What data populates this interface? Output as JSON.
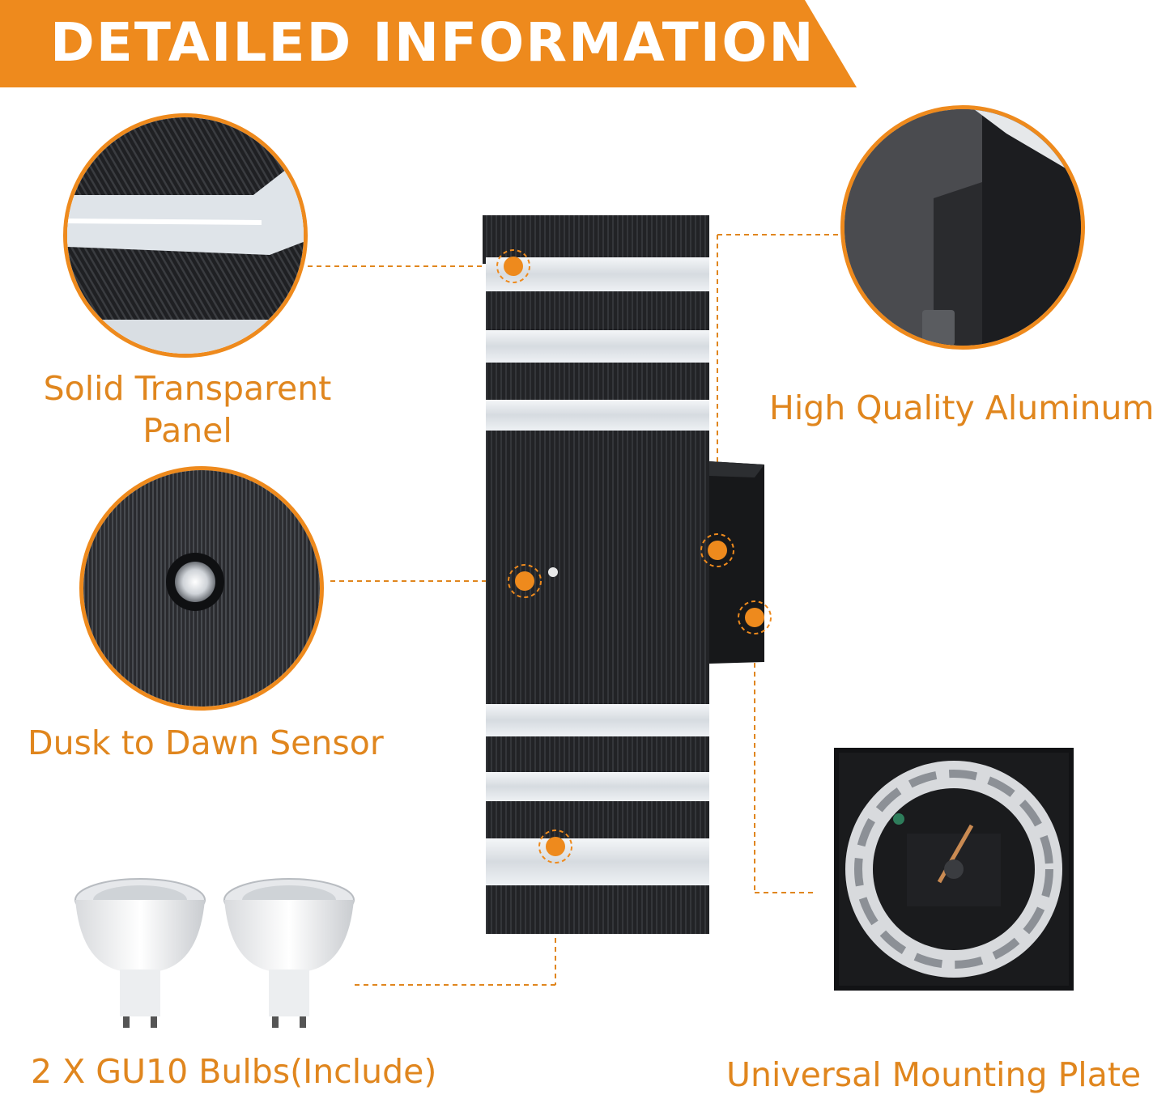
{
  "banner": {
    "title": "DETAILED INFORMATION"
  },
  "features": {
    "panel": {
      "label_line1": "Solid Transparent",
      "label_line2": "Panel"
    },
    "aluminum": {
      "label": "High Quality Aluminum"
    },
    "sensor": {
      "label": "Dusk to Dawn Sensor"
    },
    "bulbs": {
      "label": "2 X GU10 Bulbs(Include)"
    },
    "plate": {
      "label": "Universal Mounting Plate"
    }
  },
  "colors": {
    "accent": "#ee8a1d",
    "label": "#e0861e",
    "fixture": "#1e1f22"
  }
}
